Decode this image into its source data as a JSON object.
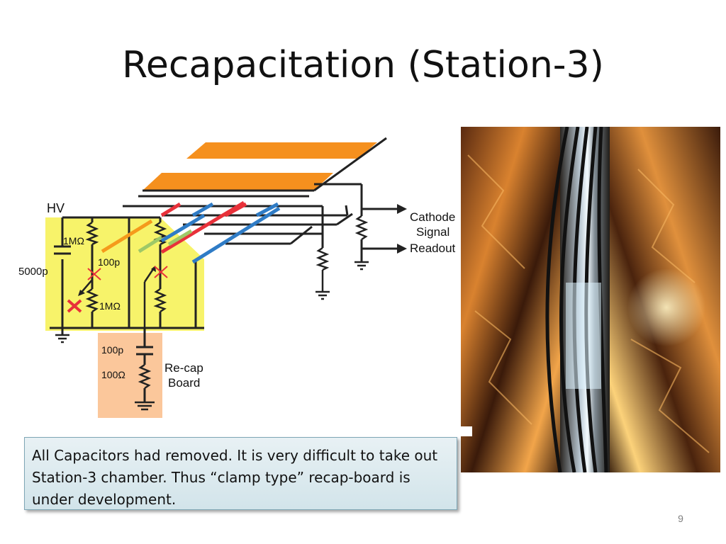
{
  "slide": {
    "title": "Recapacitation (Station-3)",
    "note": "All Capacitors had removed. It is very difficult to take out Station-3 chamber. Thus “clamp type” recap-board is under development.",
    "page_number": "9"
  },
  "diagram": {
    "hv_label": "HV",
    "cap_5000p": "5000p",
    "res_1m_top": "1MΩ",
    "cap_100p_top": "100p",
    "res_1m_bottom": "1MΩ",
    "cap_100p_board": "100p",
    "res_100_board": "100Ω",
    "recap_board_label": [
      "Re-cap",
      "Board"
    ],
    "cathode_readout_label": [
      "Cathode",
      "Signal",
      "Readout"
    ]
  },
  "colors": {
    "orange_plate": "#f5901e",
    "yellow_region": "#f7f36a",
    "recap_board": "#fbc79b",
    "wire_red": "#e8313a",
    "wire_blue": "#2f7cc6",
    "wire_orange": "#f59a1b",
    "wire_green": "#9ec867",
    "cross_red": "#e8313a"
  },
  "photo": {
    "description_icon": "chamber-photo"
  }
}
